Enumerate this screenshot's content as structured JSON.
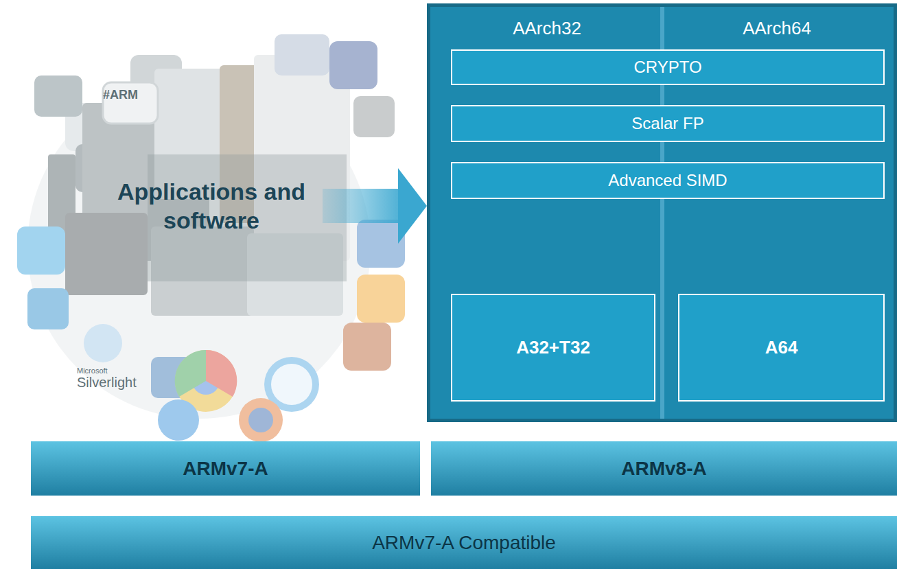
{
  "diagram": {
    "nodes": [
      {
        "text": [
          "Applications and software"
        ]
      },
      {
        "text": [
          "AArch32",
          "AArch64"
        ]
      },
      {
        "text": [
          "CRYPTO"
        ],
        "in": 1
      },
      {
        "text": [
          "Scalar FP"
        ],
        "in": 1
      },
      {
        "text": [
          "Advanced SIMD"
        ],
        "in": 1
      },
      {
        "text": [
          "A32+T32"
        ],
        "in": 1
      },
      {
        "text": [
          "A64"
        ],
        "in": 1
      },
      {
        "text": [
          "ARMv7-A"
        ]
      },
      {
        "text": [
          "ARMv8-A"
        ]
      },
      {
        "text": [
          "ARMv7-A Compatible"
        ]
      }
    ],
    "edges": [
      {
        "from": 0,
        "to": 1,
        "arrow": "to"
      }
    ],
    "labels": [
      "#ARM",
      "Microsoft",
      "Silverlight"
    ]
  }
}
